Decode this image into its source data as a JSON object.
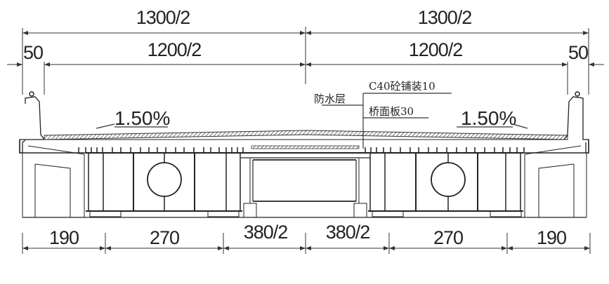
{
  "top_dimensions": {
    "left_total": "1300/2",
    "right_total": "1300/2",
    "left_inner": "1200/2",
    "right_inner": "1200/2",
    "left_edge": "50",
    "right_edge": "50"
  },
  "annotations": {
    "waterproof_layer": "防水层",
    "pavement": "C40砼铺装10",
    "deck_plate": "桥面板30",
    "slope_left": "1.50%",
    "slope_right": "1.50%"
  },
  "bottom_dimensions": {
    "d1": "190",
    "d2": "270",
    "d3": "380/2",
    "d4": "380/2",
    "d5": "270",
    "d6": "190"
  },
  "colors": {
    "line": "#222222",
    "background": "#ffffff"
  }
}
